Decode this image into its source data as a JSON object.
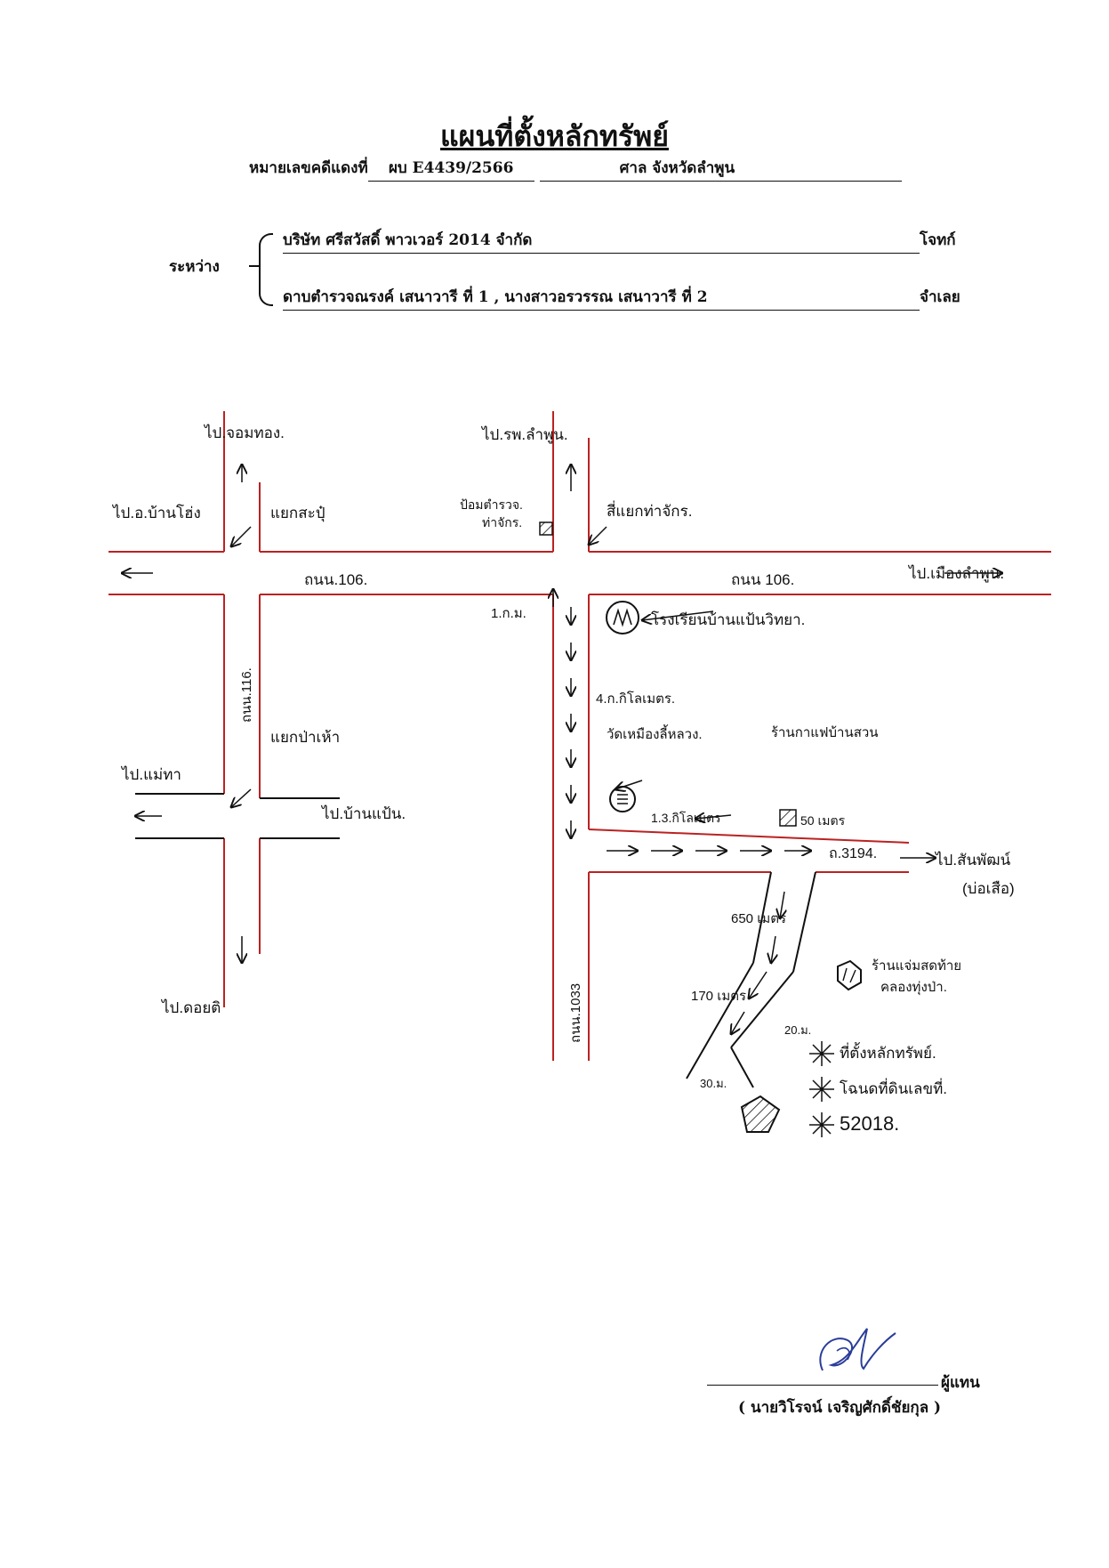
{
  "header": {
    "title": "แผนที่ตั้งหลักทรัพย์",
    "case_label": "หมายเลขคดีแดงที่",
    "case_number": "ผบ E4439/2566",
    "court_label": "ศาล จังหวัดลำพูน",
    "between_label": "ระหว่าง",
    "plaintiff": "บริษัท ศรีสวัสดิ์ พาวเวอร์ 2014 จำกัด",
    "plaintiff_role": "โจทก์",
    "defendant": "ดาบตำรวจณรงค์ เสนาวารี ที่ 1 , นางสาวอรวรรณ เสนาวารี ที่ 2",
    "defendant_role": "จำเลย"
  },
  "map": {
    "labels": {
      "to_chomthong": "ไป.จอมทอง.",
      "to_lamphun_hospital": "ไป.รพ.ลำพูน.",
      "to_ban_hong": "ไป.อ.บ้านโฮ่ง",
      "sapu_junction": "แยกสะปุ๋",
      "police_box": "ป้อมตำรวจ.",
      "police_box_2": "ท่าจักร.",
      "tha_chak_junction": "สี่แยกท่าจักร.",
      "to_lamphun_city": "ไป.เมืองลำพูน.",
      "road_106_west": "ถนน.106.",
      "road_106_east": "ถนน 106.",
      "km_1": "1.ก.ม.",
      "school": "โรงเรียนบ้านแป้นวิทยา.",
      "km_4": "4.ก.กิโลเมตร.",
      "temple": "วัดเหมืองลี้หลวง.",
      "km_1_3": "1.3.กิโลเมตร",
      "coffee_shop": "ร้านกาแฟบ้านสวน",
      "m_50": "50 เมตร",
      "road_116": "ถนน.116.",
      "pa_hao_junction": "แยกป่าเห้า",
      "to_mae_tha": "ไป.แม่ทา",
      "to_ban_paen": "ไป.บ้านแป้น.",
      "road_3194": "ถ.3194.",
      "to_san_pa_tong": "ไป.สันพัฒน์",
      "bo_sang": "(บ่อเสือ)",
      "m_650": "650 เมตร",
      "grocery": "ร้านแจ่มสดท้าย",
      "grocery_2": "คลองทุ่งป่า.",
      "m_170": "170 เมตร",
      "m_20": "20.ม.",
      "m_30": "30.ม.",
      "to_doi_ti": "ไป.ดอยติ",
      "road_1033": "ถนน.1033",
      "property_1": "ที่ตั้งหลักทรัพย์.",
      "property_2": "โฉนดที่ดินเลขที่.",
      "deed_no": "52018."
    }
  },
  "footer": {
    "signer_role": "ผู้แทน",
    "signer_name": "( นายวิโรจน์ เจริญศักดิ์ชัยกุล )"
  }
}
